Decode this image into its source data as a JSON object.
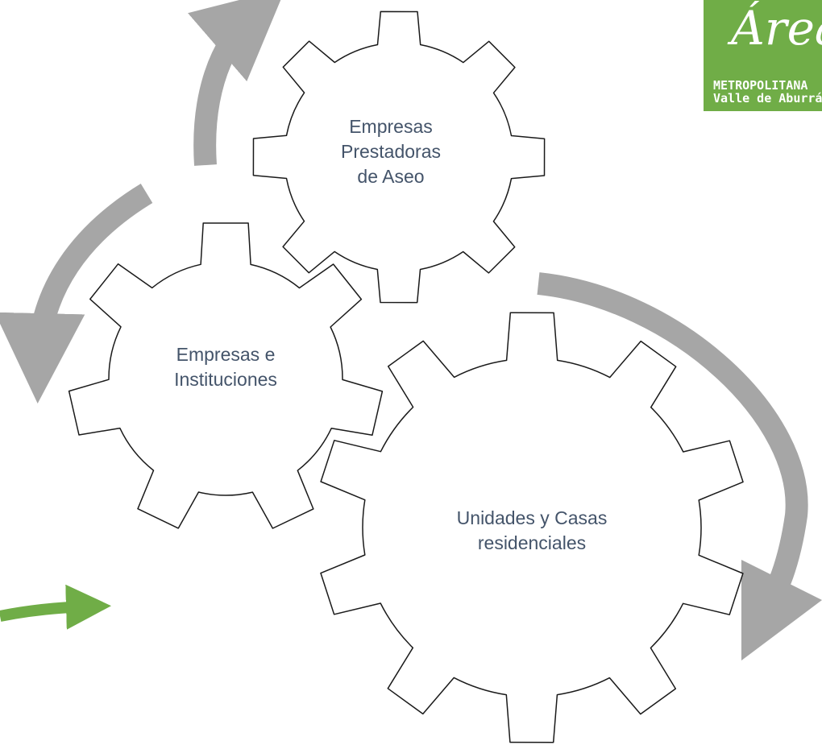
{
  "gears": [
    {
      "id": "gear-empresas-prestadoras",
      "label": "Empresas\nPrestadoras\nde Aseo"
    },
    {
      "id": "gear-empresas-instituciones",
      "label": "Empresas e\nInstituciones"
    },
    {
      "id": "gear-unidades-casas",
      "label": "Unidades y Casas\nresidenciales"
    }
  ],
  "logo": {
    "script": "Área",
    "line1": "METROPOLITANA",
    "line2": "Valle de Aburrá",
    "background": "#70AD47"
  },
  "colors": {
    "gear_stroke": "#1a1a1a",
    "gear_fill": "#ffffff",
    "label_text": "#44546A",
    "cycle_arrow": "#A6A6A6",
    "highlight_arrow": "#70AD47"
  }
}
